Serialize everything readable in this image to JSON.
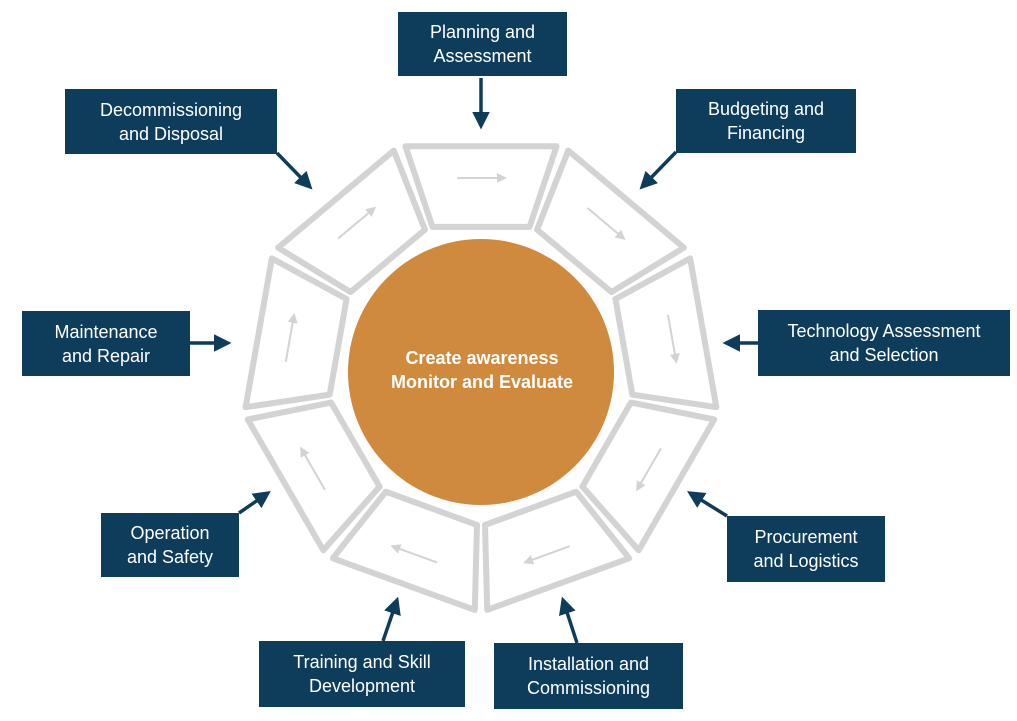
{
  "center": {
    "text": "Create awareness\nMonitor and Evaluate",
    "color": "#d08a3e"
  },
  "colors": {
    "box_fill": "#0e3d5c",
    "box_text": "#ffffff",
    "arrow": "#0e3d5c",
    "ring_stroke": "#d3d3d3"
  },
  "stages": [
    {
      "id": "planning-and-assessment",
      "label": "Planning and\nAssessment"
    },
    {
      "id": "budgeting-and-financing",
      "label": "Budgeting and\nFinancing"
    },
    {
      "id": "technology-assessment-and-selection",
      "label": "Technology Assessment\nand Selection"
    },
    {
      "id": "procurement-and-logistics",
      "label": "Procurement\nand Logistics"
    },
    {
      "id": "installation-and-commissioning",
      "label": "Installation and\nCommissioning"
    },
    {
      "id": "training-and-skill-development",
      "label": "Training and Skill\nDevelopment"
    },
    {
      "id": "operation-and-safety",
      "label": "Operation\nand Safety"
    },
    {
      "id": "maintenance-and-repair",
      "label": "Maintenance\nand Repair"
    },
    {
      "id": "decommissioning-and-disposal",
      "label": "Decommissioning\nand Disposal"
    }
  ]
}
